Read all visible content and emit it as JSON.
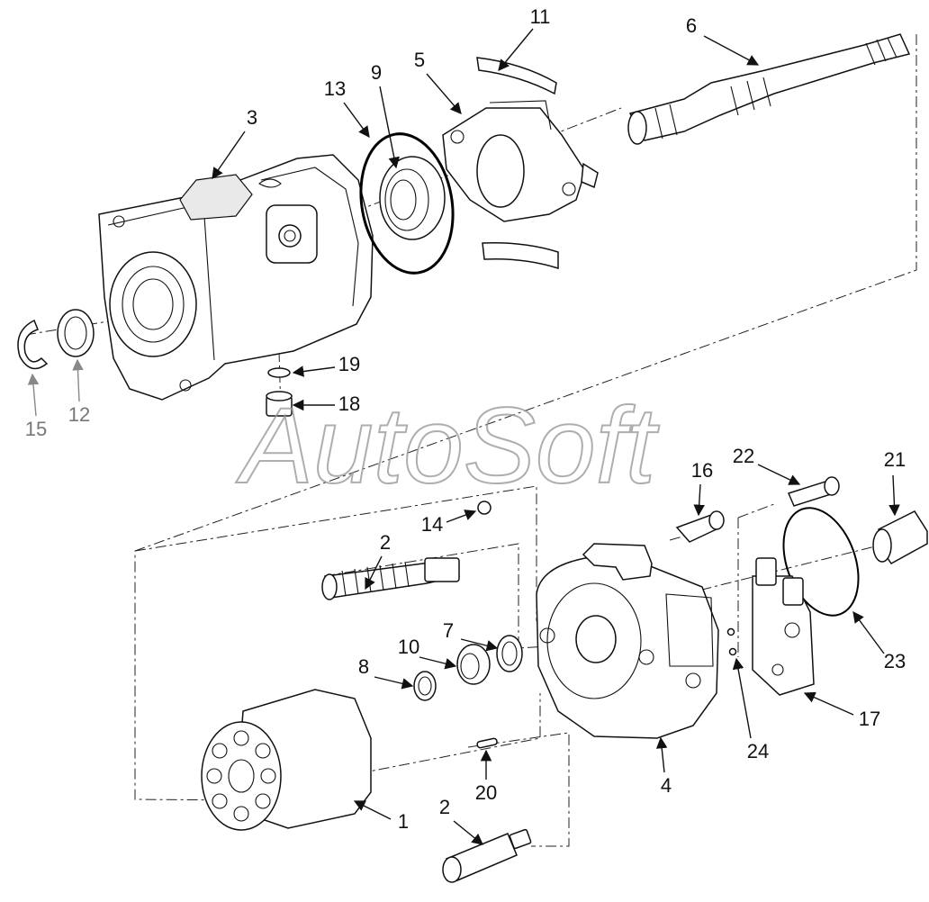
{
  "watermark": "AutoSoft",
  "callouts": [
    {
      "id": "c11",
      "label": "11"
    },
    {
      "id": "c6",
      "label": "6"
    },
    {
      "id": "c5",
      "label": "5"
    },
    {
      "id": "c13",
      "label": "13"
    },
    {
      "id": "c9",
      "label": "9"
    },
    {
      "id": "c3",
      "label": "3"
    },
    {
      "id": "c19",
      "label": "19"
    },
    {
      "id": "c18",
      "label": "18"
    },
    {
      "id": "c15",
      "label": "15"
    },
    {
      "id": "c12",
      "label": "12"
    },
    {
      "id": "c14",
      "label": "14"
    },
    {
      "id": "c2a",
      "label": "2"
    },
    {
      "id": "c16",
      "label": "16"
    },
    {
      "id": "c22",
      "label": "22"
    },
    {
      "id": "c21",
      "label": "21"
    },
    {
      "id": "c7",
      "label": "7"
    },
    {
      "id": "c10",
      "label": "10"
    },
    {
      "id": "c8",
      "label": "8"
    },
    {
      "id": "c23",
      "label": "23"
    },
    {
      "id": "c17",
      "label": "17"
    },
    {
      "id": "c24",
      "label": "24"
    },
    {
      "id": "c20",
      "label": "20"
    },
    {
      "id": "c4",
      "label": "4"
    },
    {
      "id": "c1",
      "label": "1"
    },
    {
      "id": "c2b",
      "label": "2"
    }
  ],
  "colors": {
    "ink": "#111111",
    "faint_ink": "#777777",
    "watermark": "#9a9a9a",
    "background": "#ffffff"
  }
}
